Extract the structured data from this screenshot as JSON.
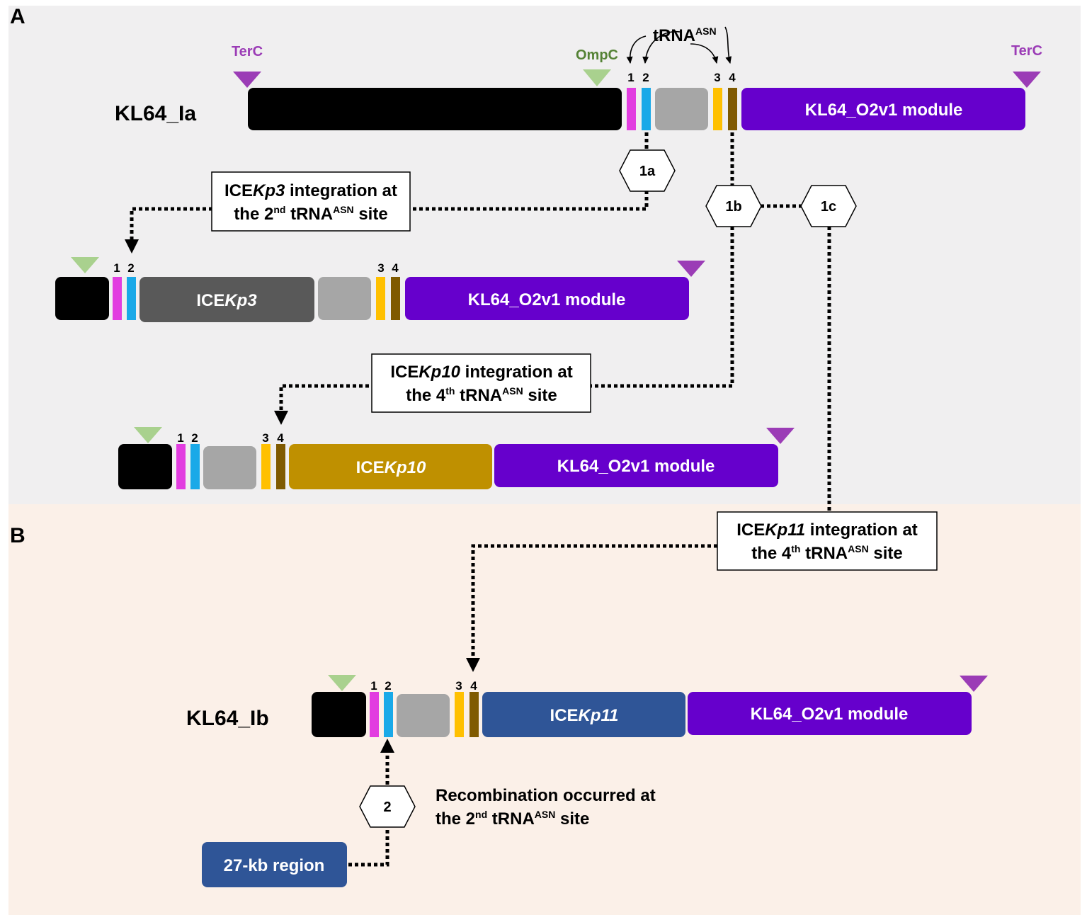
{
  "panel_labels": {
    "a": "A",
    "b": "B"
  },
  "colors": {
    "panel_a_bg": "#f0eff0",
    "panel_b_bg": "#fbf0e8",
    "black_block": "#000000",
    "trna1": "#e23de0",
    "trna2": "#1aa9e8",
    "trna3": "#ffc000",
    "trna4": "#7f5a00",
    "gray_block": "#a6a6a6",
    "o2v1_module": "#6600cc",
    "icekp3": "#595959",
    "icekp10": "#bf9000",
    "icekp11": "#2f5597",
    "region27kb": "#2f5597",
    "terc": "#9b3cb6",
    "ompc": "#a9d18e",
    "ompc_text": "#548235"
  },
  "panel_a": {
    "locus_kl64_ia": {
      "label": "KL64_Ia",
      "terc_left_label": "TerC",
      "terc_right_label": "TerC",
      "ompc_label": "OmpC",
      "trna_title": "tRNA",
      "trna_title_sup": "ASN",
      "site_numbers": [
        "1",
        "2",
        "3",
        "4"
      ],
      "module_label": "KL64_O2v1 module"
    },
    "steps": {
      "s1a": "1a",
      "s1b": "1b",
      "s1c": "1c"
    },
    "note_icekp3": {
      "line1_pre": "ICE",
      "line1_italic": "Kp3",
      "line1_post": " integration at",
      "line2_pre": "the 2",
      "line2_sup1": "nd",
      "line2_mid": " tRNA",
      "line2_sup2": "ASN",
      "line2_post": " site"
    },
    "locus_icekp3": {
      "site_numbers": [
        "1",
        "2",
        "3",
        "4"
      ],
      "ice_pre": "ICE",
      "ice_italic": "Kp3",
      "module_label": "KL64_O2v1 module"
    },
    "note_icekp10": {
      "line1_pre": "ICE",
      "line1_italic": "Kp10",
      "line1_post": " integration at",
      "line2_pre": "the 4",
      "line2_sup1": "th",
      "line2_mid": " tRNA",
      "line2_sup2": "ASN",
      "line2_post": " site"
    },
    "locus_icekp10": {
      "site_numbers": [
        "1",
        "2",
        "3",
        "4"
      ],
      "ice_pre": "ICE",
      "ice_italic": "Kp10",
      "module_label": "KL64_O2v1 module"
    }
  },
  "panel_b": {
    "note_icekp11": {
      "line1_pre": "ICE",
      "line1_italic": "Kp11",
      "line1_post": " integration at",
      "line2_pre": "the 4",
      "line2_sup1": "th",
      "line2_mid": " tRNA",
      "line2_sup2": "ASN",
      "line2_post": " site"
    },
    "locus_kl64_ib": {
      "label": "KL64_Ib",
      "site_numbers": [
        "1",
        "2",
        "3",
        "4"
      ],
      "ice_pre": "ICE",
      "ice_italic": "Kp11",
      "module_label": "KL64_O2v1 module"
    },
    "step2": "2",
    "recombination_note": {
      "line1": "Recombination occurred at",
      "line2_pre": "the 2",
      "line2_sup1": "nd",
      "line2_mid": " tRNA",
      "line2_sup2": "ASN",
      "line2_post": " site"
    },
    "region_label": "27-kb region"
  }
}
